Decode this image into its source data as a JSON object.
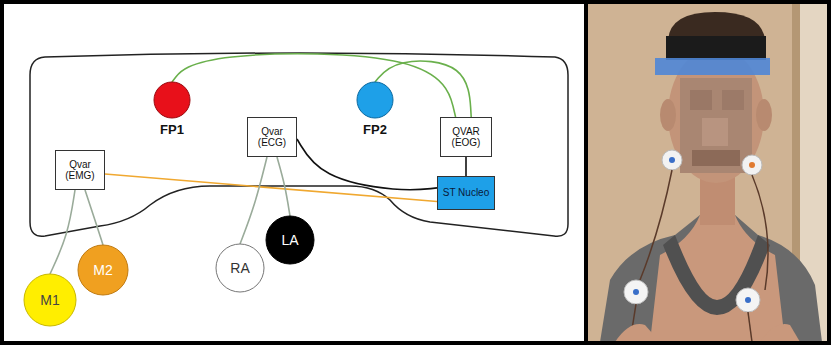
{
  "diagram": {
    "nodes": [
      {
        "text": [
          "FP1"
        ]
      },
      {
        "text": [
          "FP2"
        ]
      },
      {
        "text": [
          "Qvar (EMG)"
        ]
      },
      {
        "text": [
          "Qvar (ECG)"
        ]
      },
      {
        "text": [
          "QVAR (EOG)"
        ]
      },
      {
        "text": [
          "ST Nucleo"
        ]
      },
      {
        "text": [
          "M1"
        ]
      },
      {
        "text": [
          "M2"
        ]
      },
      {
        "text": [
          "RA"
        ]
      },
      {
        "text": [
          "LA"
        ]
      }
    ],
    "edges": [
      {
        "from": 0,
        "to": 4,
        "arrow": "none"
      },
      {
        "from": 1,
        "to": 4,
        "arrow": "none"
      },
      {
        "from": 3,
        "to": 5,
        "arrow": "none"
      },
      {
        "from": 4,
        "to": 5,
        "arrow": "none"
      },
      {
        "from": 2,
        "to": 5,
        "arrow": "none"
      },
      {
        "from": 2,
        "to": 6,
        "arrow": "none"
      },
      {
        "from": 2,
        "to": 7,
        "arrow": "none"
      },
      {
        "from": 3,
        "to": 8,
        "arrow": "none"
      },
      {
        "from": 3,
        "to": 9,
        "arrow": "none"
      }
    ]
  }
}
